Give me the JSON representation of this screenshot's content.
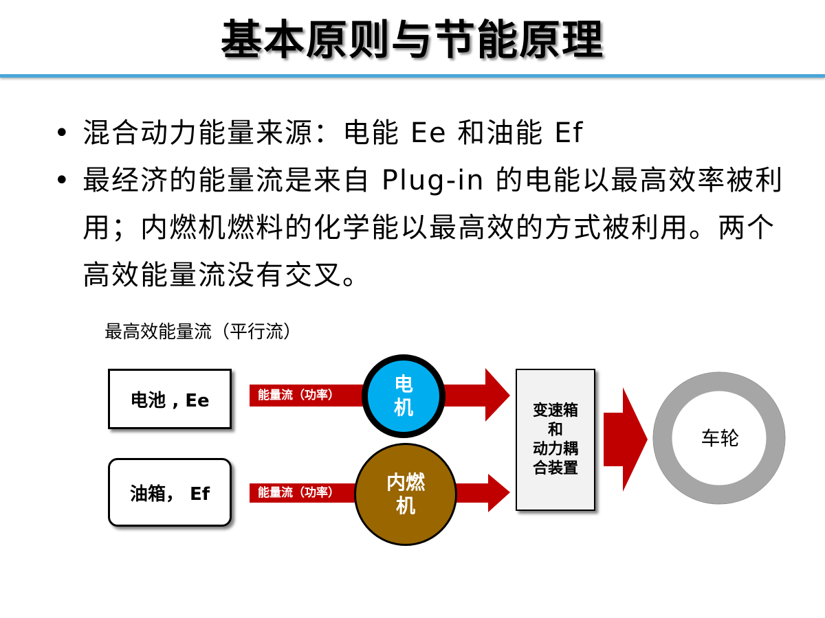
{
  "slide": {
    "title": "基本原则与节能原理",
    "bullets": [
      "混合动力能量来源：电能 Ee 和油能 Ef",
      "最经济的能量流是来自 Plug-in 的电能以最高效率被利用；内燃机燃料的化学能以最高效的方式被利用。两个高效能量流没有交叉。"
    ],
    "bullet_symbol": "•"
  },
  "diagram": {
    "subhead": "最高效能量流（平行流）",
    "battery_label": "电池 , Ee",
    "tank_label": "油箱，  Ef",
    "flow_label_top": "能量流（功率）",
    "flow_label_bottom": "能量流（功率）",
    "motor_line1": "电",
    "motor_line2": "机",
    "engine_line1": "内燃",
    "engine_line2": "机",
    "gearbox_lines": [
      "变速箱",
      "和",
      "动力耦",
      "合装置"
    ],
    "wheel_label": "车轮",
    "colors": {
      "arrow": "#c00000",
      "motor": "#00aeef",
      "engine": "#996600",
      "wheel": "#a6a6a6",
      "title_rule": "#4aa6d9"
    }
  }
}
